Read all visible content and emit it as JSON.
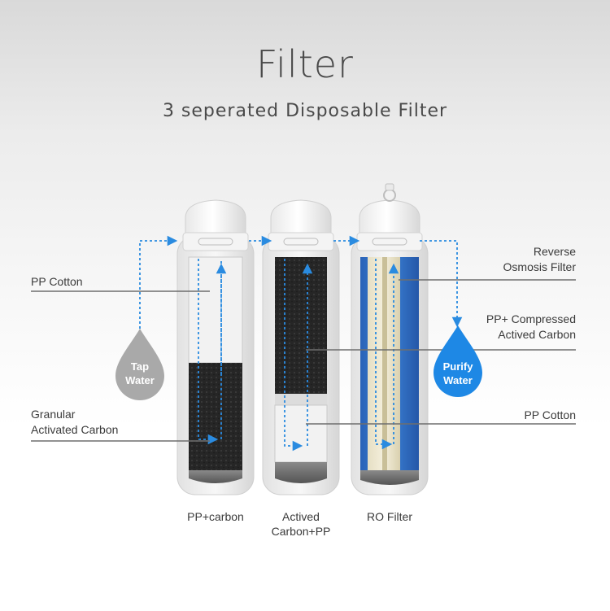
{
  "header": {
    "title": "Filter",
    "subtitle": "3 seperated Disposable Filter"
  },
  "labels": {
    "pp_cotton_left": "PP Cotton",
    "granular_line1": "Granular",
    "granular_line2": "Activated Carbon",
    "reverse_line1": "Reverse",
    "reverse_line2": "Osmosis Filter",
    "compressed_line1": "PP+ Compressed",
    "compressed_line2": "Actived Carbon",
    "pp_cotton_right": "PP Cotton"
  },
  "drops": {
    "tap_line1": "Tap",
    "tap_line2": "Water",
    "purify_line1": "Purify",
    "purify_line2": "Water"
  },
  "captions": {
    "filter1": "PP+carbon",
    "filter2_line1": "Actived",
    "filter2_line2": "Carbon+PP",
    "filter3": "RO Filter"
  },
  "colors": {
    "flow_arrow": "#2a8be0",
    "purify_drop": "#1e88e5",
    "tap_drop": "#a9a9a9",
    "ro_membrane": "#2f6fc9",
    "carbon": "#2b2b2b"
  },
  "icons": {
    "flow": "dotted-arrow",
    "drop": "water-drop"
  }
}
